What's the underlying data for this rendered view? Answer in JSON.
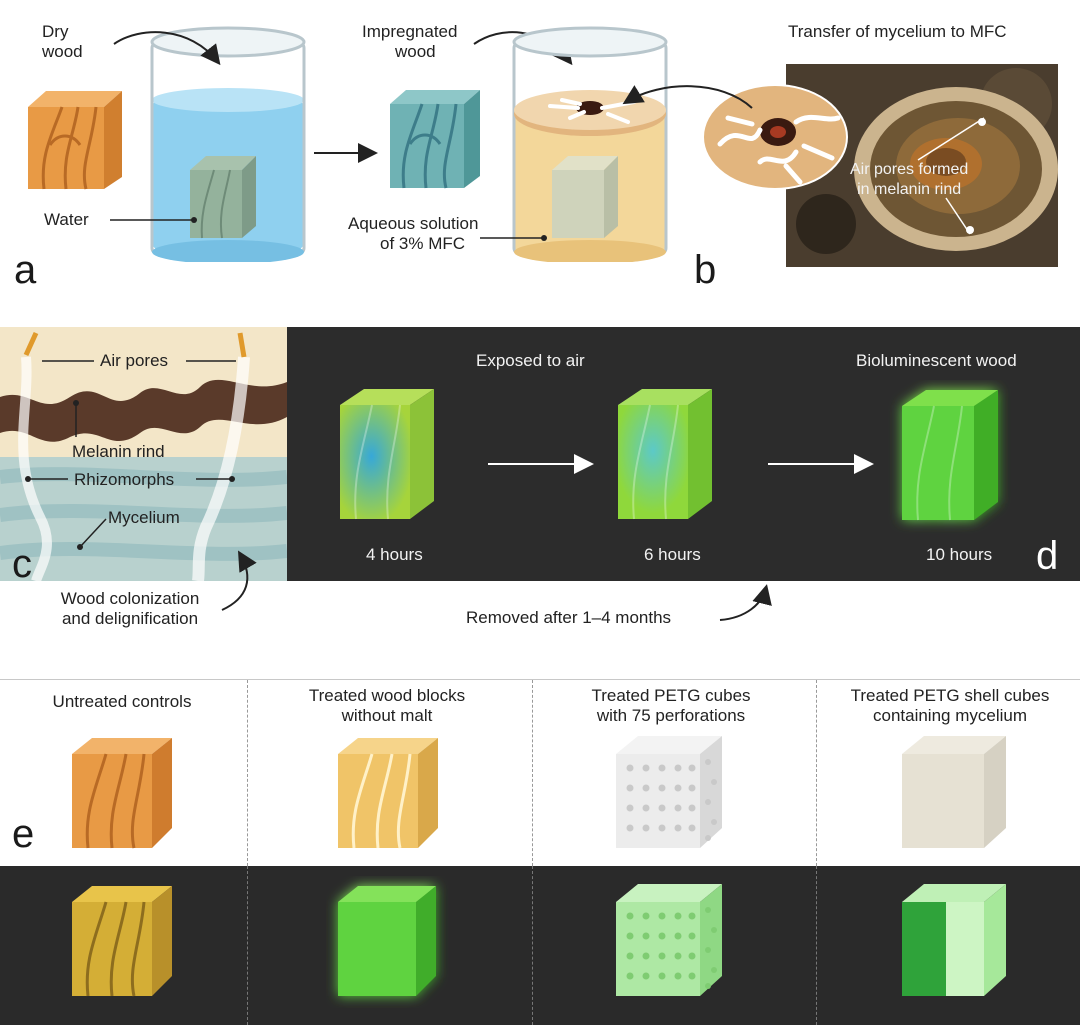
{
  "panel_a": {
    "letter": "a",
    "dry_wood": [
      "Dry",
      "wood"
    ],
    "water": "Water",
    "impregnated_wood": [
      "Impregnated",
      "wood"
    ],
    "aqueous": [
      "Aqueous solution",
      "of 3% MFC"
    ]
  },
  "panel_b": {
    "letter": "b",
    "title": "Transfer of mycelium to MFC",
    "air_pores": [
      "Air pores formed",
      "in melanin rind"
    ]
  },
  "panel_c": {
    "letter": "c",
    "air_pores": "Air pores",
    "melanin_rind": "Melanin rind",
    "rhizomorphs": "Rhizomorphs",
    "mycelium": "Mycelium",
    "colonization": [
      "Wood colonization",
      "and delignification"
    ]
  },
  "panel_d": {
    "letter": "d",
    "exposed": "Exposed to air",
    "bioluminescent": "Bioluminescent wood",
    "times": [
      "4 hours",
      "6 hours",
      "10 hours"
    ],
    "removed": "Removed after 1–4 months"
  },
  "panel_e": {
    "letter": "e",
    "columns": [
      [
        "Untreated controls"
      ],
      [
        "Treated wood blocks",
        "without malt"
      ],
      [
        "Treated PETG cubes",
        "with 75 perforations"
      ],
      [
        "Treated PETG shell cubes",
        "containing mycelium"
      ]
    ]
  },
  "colors": {
    "wood_orange": "#e89a45",
    "water_blue": "#8fd0ef",
    "mfc_yellow": "#f3d79a",
    "glow_green": "#5ed33f",
    "dark_panel": "#2c2c2c"
  }
}
